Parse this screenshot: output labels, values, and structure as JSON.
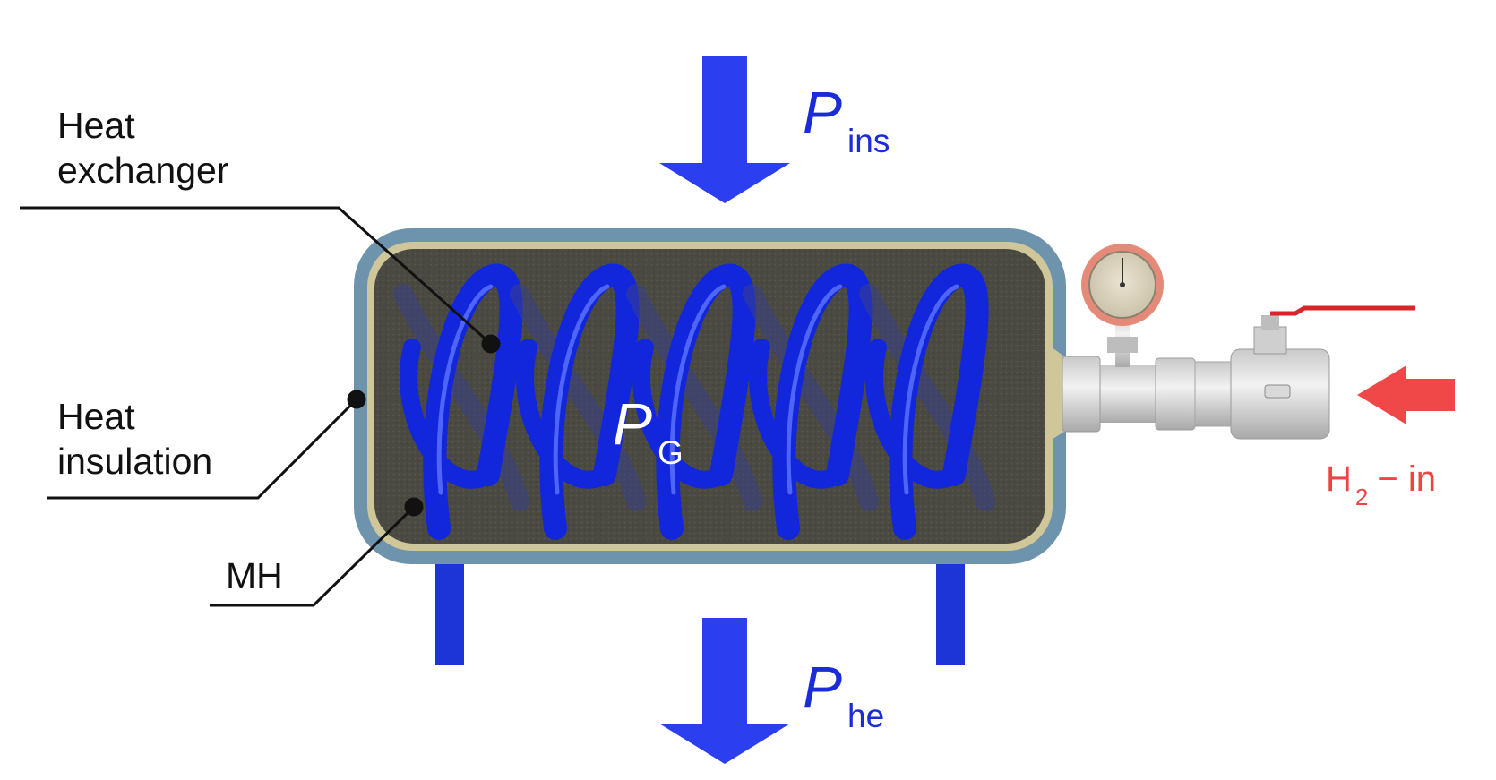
{
  "labels": {
    "heat_exchanger_line1": "Heat",
    "heat_exchanger_line2": "exchanger",
    "heat_insulation_line1": "Heat",
    "heat_insulation_line2": "insulation",
    "mh": "MH"
  },
  "flows": {
    "p_ins": {
      "symbol": "P",
      "subscript": "ins"
    },
    "p_he": {
      "symbol": "P",
      "subscript": "he"
    },
    "p_g": {
      "symbol": "P",
      "subscript": "G"
    },
    "h2_in": {
      "symbol": "H",
      "subscript": "2",
      "suffix": "− in"
    }
  },
  "colors": {
    "flow_arrow": "#2b3ef0",
    "flow_text": "#1a2bd8",
    "coil": "#1226dc",
    "shell_outer": "#6e93ad",
    "shell_inner_rim": "#cfc79a",
    "metal_hydride": "#4a4a42",
    "h2_arrow": "#f04848",
    "h2_text": "#ee4444",
    "valve_handle": "#d8252a",
    "gauge_ring": "#e58a78",
    "legs": "#1d34d6"
  },
  "icons": {
    "pressure_gauge": "pressure-gauge-icon",
    "ball_valve": "ball-valve-icon"
  }
}
